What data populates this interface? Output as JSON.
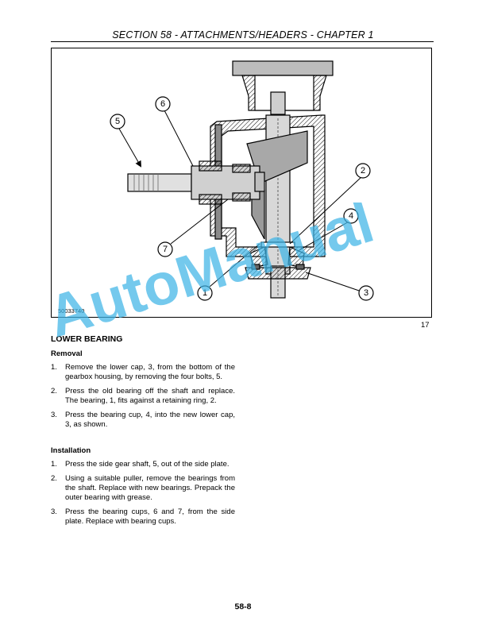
{
  "header": {
    "title": "SECTION 58 - ATTACHMENTS/HEADERS - CHAPTER 1"
  },
  "figure": {
    "id": "50033740",
    "number": "17",
    "callouts": [
      "1",
      "2",
      "3",
      "4",
      "5",
      "6",
      "7"
    ]
  },
  "watermark": {
    "text": "AutoManual",
    "color": "#3fb4e6"
  },
  "lower_bearing": {
    "title": "LOWER BEARING",
    "removal": {
      "title": "Removal",
      "steps": [
        {
          "num": "1.",
          "text": "Remove the lower cap, 3, from the bottom of the gearbox housing, by removing the four bolts, 5."
        },
        {
          "num": "2.",
          "text": "Press the old bearing off the shaft and replace. The bearing, 1, fits against a retaining ring, 2."
        },
        {
          "num": "3.",
          "text": "Press the bearing cup, 4, into the new lower cap, 3, as shown."
        }
      ]
    },
    "installation": {
      "title": "Installation",
      "steps": [
        {
          "num": "1.",
          "text": "Press the side gear shaft, 5, out of the side plate."
        },
        {
          "num": "2.",
          "text": "Using a suitable puller, remove the bearings from the shaft. Replace with new bearings. Prepack the outer bearing with grease."
        },
        {
          "num": "3.",
          "text": "Press the bearing cups, 6 and 7, from the side plate. Replace with bearing cups."
        }
      ]
    }
  },
  "page": {
    "number": "58-8"
  }
}
